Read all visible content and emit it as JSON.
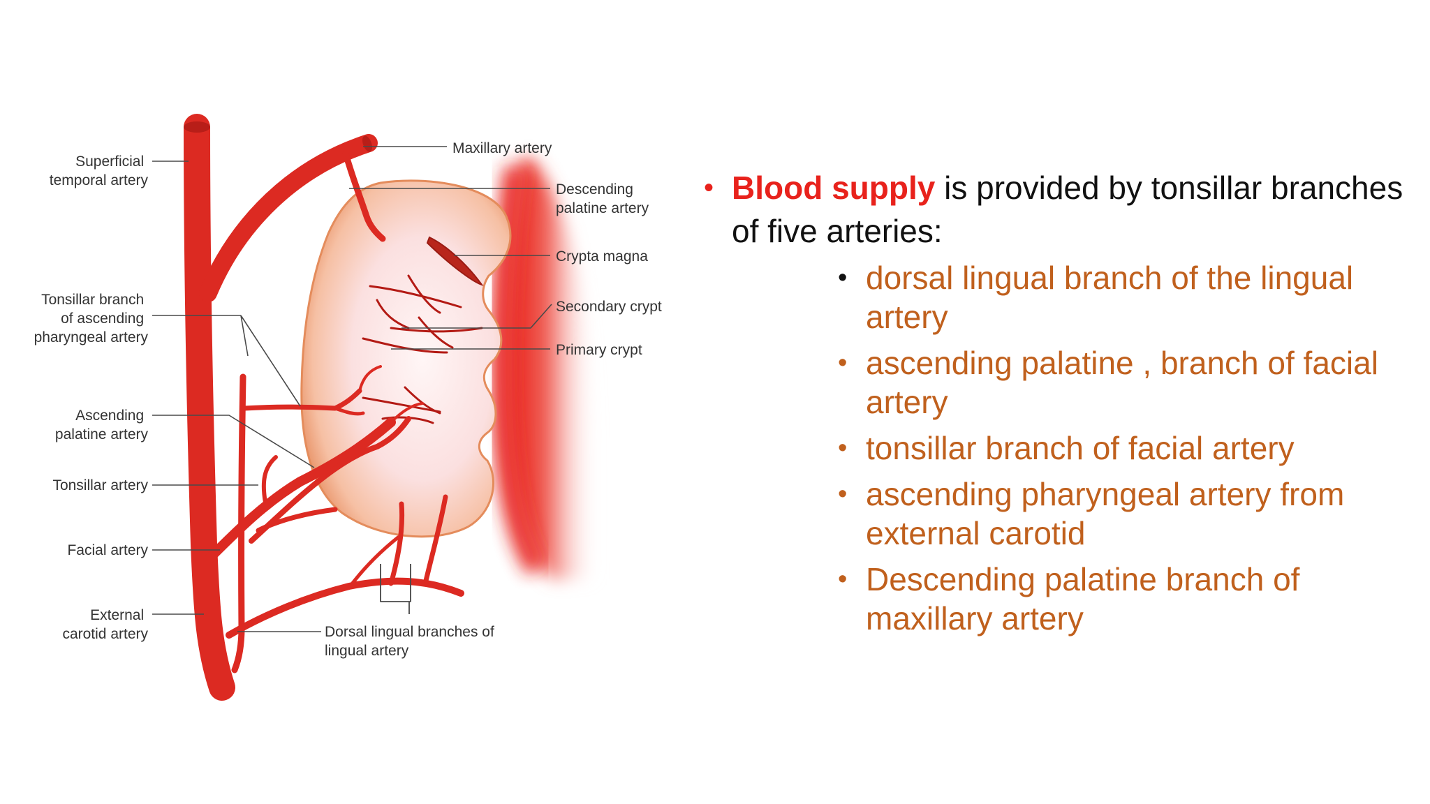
{
  "diagram": {
    "labels": {
      "superficial_temporal": [
        "Superficial",
        "temporal artery"
      ],
      "maxillary": "Maxillary artery",
      "descending_palatine": [
        "Descending",
        "palatine artery"
      ],
      "crypta_magna": "Crypta magna",
      "tonsillar_branch_ascending_pharyngeal": [
        "Tonsillar branch",
        "of ascending",
        "pharyngeal artery"
      ],
      "secondary_crypt": "Secondary crypt",
      "primary_crypt": "Primary crypt",
      "ascending_palatine": [
        "Ascending",
        "palatine artery"
      ],
      "tonsillar_artery": "Tonsillar artery",
      "facial_artery": "Facial artery",
      "external_carotid": [
        "External",
        "carotid artery"
      ],
      "dorsal_lingual": [
        "Dorsal lingual branches of",
        "lingual artery"
      ]
    },
    "colors": {
      "artery": "#dc2a22",
      "tonsil": "#f2b08c",
      "mucosa": "#e8221c"
    }
  },
  "text": {
    "intro_highlight": "Blood supply",
    "intro_rest": " is provided by tonsillar branches of five arteries:",
    "items": [
      " dorsal lingual branch of the lingual artery",
      "ascending palatine , branch of facial artery",
      "tonsillar branch of  facial artery",
      "ascending pharyngeal artery from external carotid",
      "Descending palatine branch of maxillary artery"
    ],
    "bullet": "•",
    "colors": {
      "highlight": "#e8221c",
      "body": "#111111",
      "items": "#c0601d"
    }
  }
}
